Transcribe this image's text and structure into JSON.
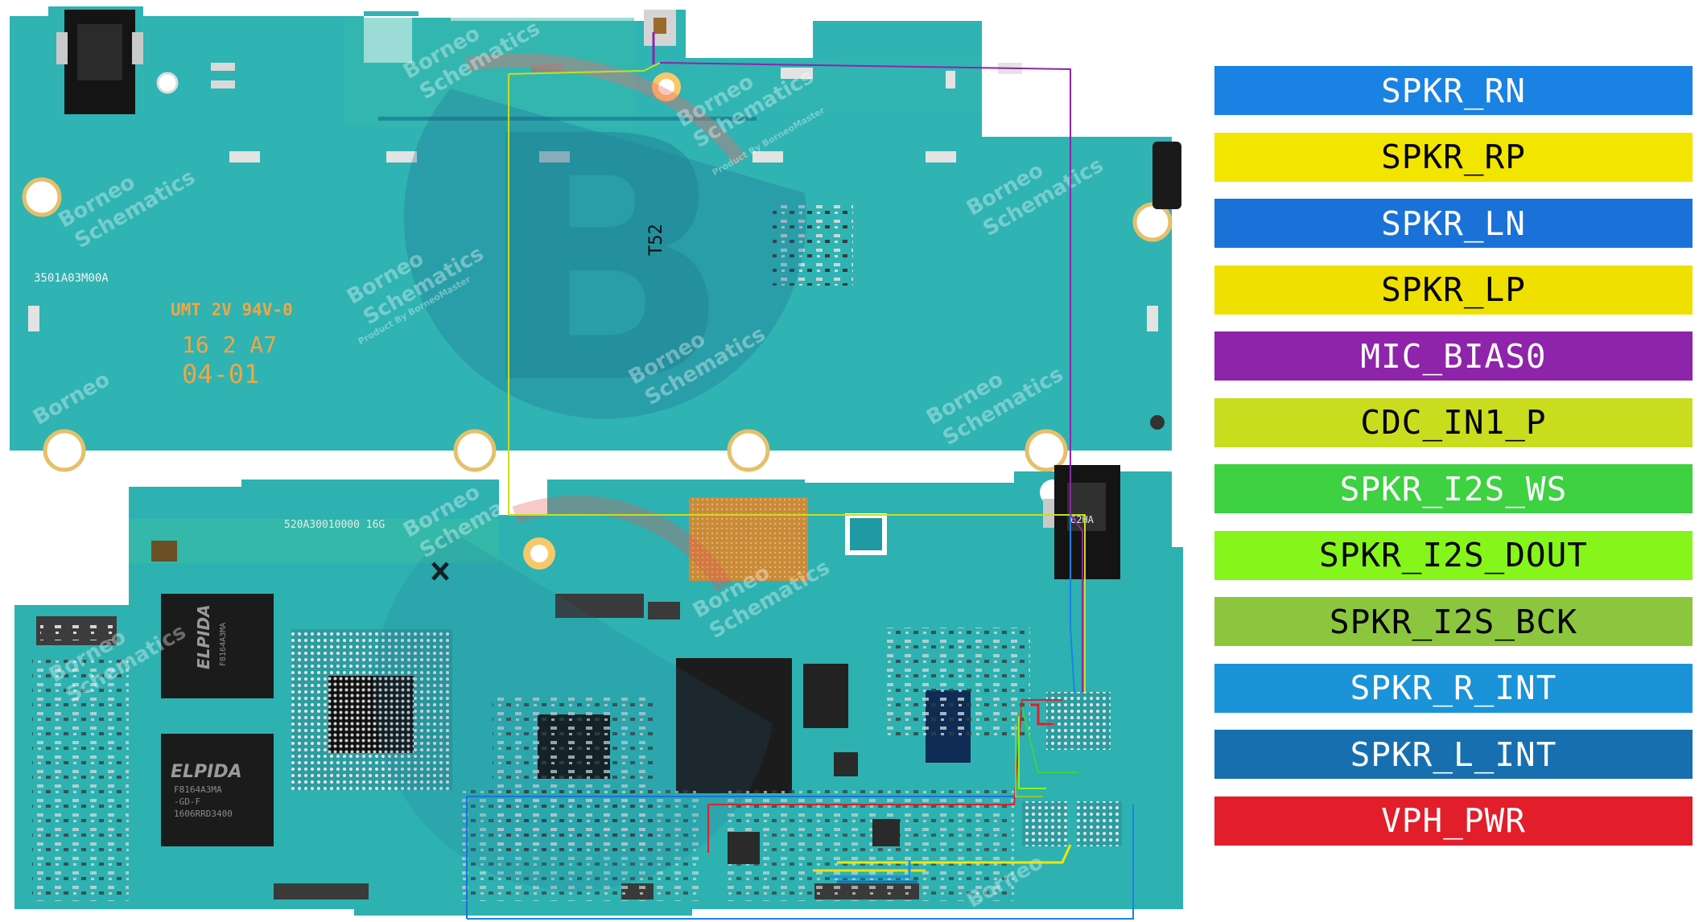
{
  "legend": [
    {
      "label": "SPKR_RN",
      "bg": "#1a82e2",
      "fg": "#ffffff"
    },
    {
      "label": "SPKR_RP",
      "bg": "#f2e600",
      "fg": "#000000"
    },
    {
      "label": "SPKR_LN",
      "bg": "#1a72d8",
      "fg": "#ffffff"
    },
    {
      "label": "SPKR_LP",
      "bg": "#efe000",
      "fg": "#000000"
    },
    {
      "label": "MIC_BIAS0",
      "bg": "#8e24aa",
      "fg": "#ffffff"
    },
    {
      "label": "CDC_IN1_P",
      "bg": "#c9dd1e",
      "fg": "#000000"
    },
    {
      "label": "SPKR_I2S_WS",
      "bg": "#3ed142",
      "fg": "#ffffff"
    },
    {
      "label": "SPKR_I2S_DOUT",
      "bg": "#86f51b",
      "fg": "#000000"
    },
    {
      "label": "SPKR_I2S_BCK",
      "bg": "#8cc63e",
      "fg": "#000000"
    },
    {
      "label": "SPKR_R_INT",
      "bg": "#1a93d8",
      "fg": "#ffffff"
    },
    {
      "label": "SPKR_L_INT",
      "bg": "#176fb0",
      "fg": "#ffffff"
    },
    {
      "label": "VPH_PWR",
      "bg": "#e21e2b",
      "fg": "#ffffff"
    }
  ],
  "board_labels": {
    "top_code": "3501A03M00A",
    "umt": "UMT  2V 94V-0",
    "date_a": "16 2  A7",
    "date_b": "04-01",
    "t52": "T52",
    "bottom_code": "520A30010000   16G",
    "ram_top": "ELPIDA",
    "ram_top_part": "F8164A3MA",
    "ram_bottom": "ELPIDA",
    "ram_bottom_part": "F8164A3MA",
    "ram_bottom_sub": "-GD-F",
    "ram_bottom_lot": "1606RRD3400",
    "jack_code": "62HA"
  },
  "watermark": {
    "brand": "Borneo",
    "brand2": "Schematics",
    "tagline": "Product By BorneoMaster"
  },
  "colors": {
    "pcb": "#2fb4b4",
    "pcb_dark": "#1f8f93",
    "silk": "#f2a640",
    "pad": "#d9d9d9"
  }
}
